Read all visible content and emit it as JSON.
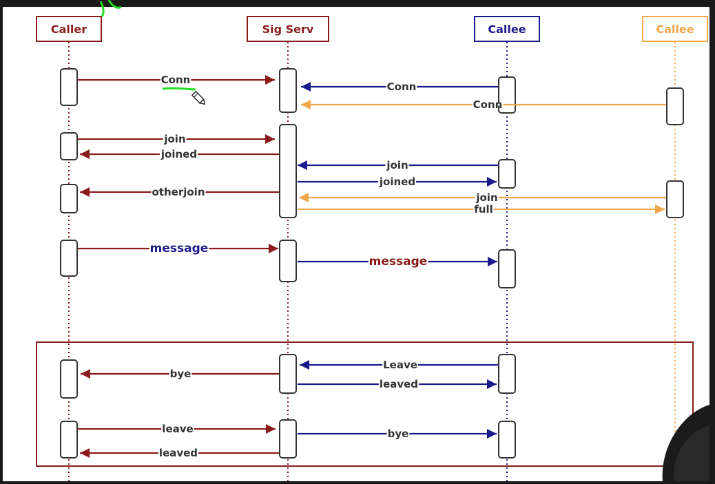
{
  "colors": {
    "background": "#ffffff",
    "frame_dark": "#1a1a1a",
    "caller": "#8b1a1a",
    "sigserv": "#8b1a1a",
    "callee": "#1a1a8c",
    "callee2": "#f0a64a",
    "message_blue_text": "#1a1a8c",
    "message_red_text": "#8b1a1a",
    "label_text": "#333333",
    "box_stroke": "#333333",
    "pen_green": "#22dd22"
  },
  "participants": [
    {
      "id": "caller",
      "label": "Caller",
      "color_key": "caller"
    },
    {
      "id": "sigserv",
      "label": "Sig Serv",
      "color_key": "sigserv"
    },
    {
      "id": "callee",
      "label": "Callee",
      "color_key": "callee"
    },
    {
      "id": "callee2",
      "label": "Callee",
      "color_key": "callee2"
    }
  ],
  "messages": [
    {
      "label": "Conn",
      "from": "caller",
      "to": "sigserv",
      "color_key": "caller",
      "text_color_key": "label_text",
      "bold": false
    },
    {
      "label": "Conn",
      "from": "callee",
      "to": "sigserv",
      "color_key": "callee",
      "text_color_key": "label_text",
      "bold": false
    },
    {
      "label": "Conn",
      "from": "callee2",
      "to": "sigserv",
      "color_key": "callee2",
      "text_color_key": "label_text",
      "bold": false
    },
    {
      "label": "join",
      "from": "caller",
      "to": "sigserv",
      "color_key": "caller",
      "text_color_key": "label_text",
      "bold": false
    },
    {
      "label": "joined",
      "from": "sigserv",
      "to": "caller",
      "color_key": "caller",
      "text_color_key": "label_text",
      "bold": false
    },
    {
      "label": "join",
      "from": "callee",
      "to": "sigserv",
      "color_key": "callee",
      "text_color_key": "label_text",
      "bold": false
    },
    {
      "label": "joined",
      "from": "sigserv",
      "to": "callee",
      "color_key": "callee",
      "text_color_key": "label_text",
      "bold": false
    },
    {
      "label": "otherjoin",
      "from": "sigserv",
      "to": "caller",
      "color_key": "caller",
      "text_color_key": "label_text",
      "bold": false
    },
    {
      "label": "join",
      "from": "callee2",
      "to": "sigserv",
      "color_key": "callee2",
      "text_color_key": "label_text",
      "bold": false
    },
    {
      "label": "full",
      "from": "sigserv",
      "to": "callee2",
      "color_key": "callee2",
      "text_color_key": "label_text",
      "bold": false
    },
    {
      "label": "message",
      "from": "caller",
      "to": "sigserv",
      "color_key": "caller",
      "text_color_key": "message_blue_text",
      "bold": true
    },
    {
      "label": "message",
      "from": "sigserv",
      "to": "callee",
      "color_key": "callee",
      "text_color_key": "message_red_text",
      "bold": true
    },
    {
      "label": "Leave",
      "from": "callee",
      "to": "sigserv",
      "color_key": "callee",
      "text_color_key": "label_text",
      "bold": false
    },
    {
      "label": "bye",
      "from": "sigserv",
      "to": "caller",
      "color_key": "caller",
      "text_color_key": "label_text",
      "bold": false
    },
    {
      "label": "leaved",
      "from": "sigserv",
      "to": "callee",
      "color_key": "callee",
      "text_color_key": "label_text",
      "bold": false
    },
    {
      "label": "leave",
      "from": "caller",
      "to": "sigserv",
      "color_key": "caller",
      "text_color_key": "label_text",
      "bold": false
    },
    {
      "label": "bye",
      "from": "sigserv",
      "to": "callee",
      "color_key": "callee",
      "text_color_key": "label_text",
      "bold": false
    },
    {
      "label": "leaved",
      "from": "sigserv",
      "to": "caller",
      "color_key": "caller",
      "text_color_key": "label_text",
      "bold": false
    }
  ],
  "icons": {
    "pen_cursor": "pencil-cursor-icon",
    "annotation": "green-pen-annotation"
  }
}
